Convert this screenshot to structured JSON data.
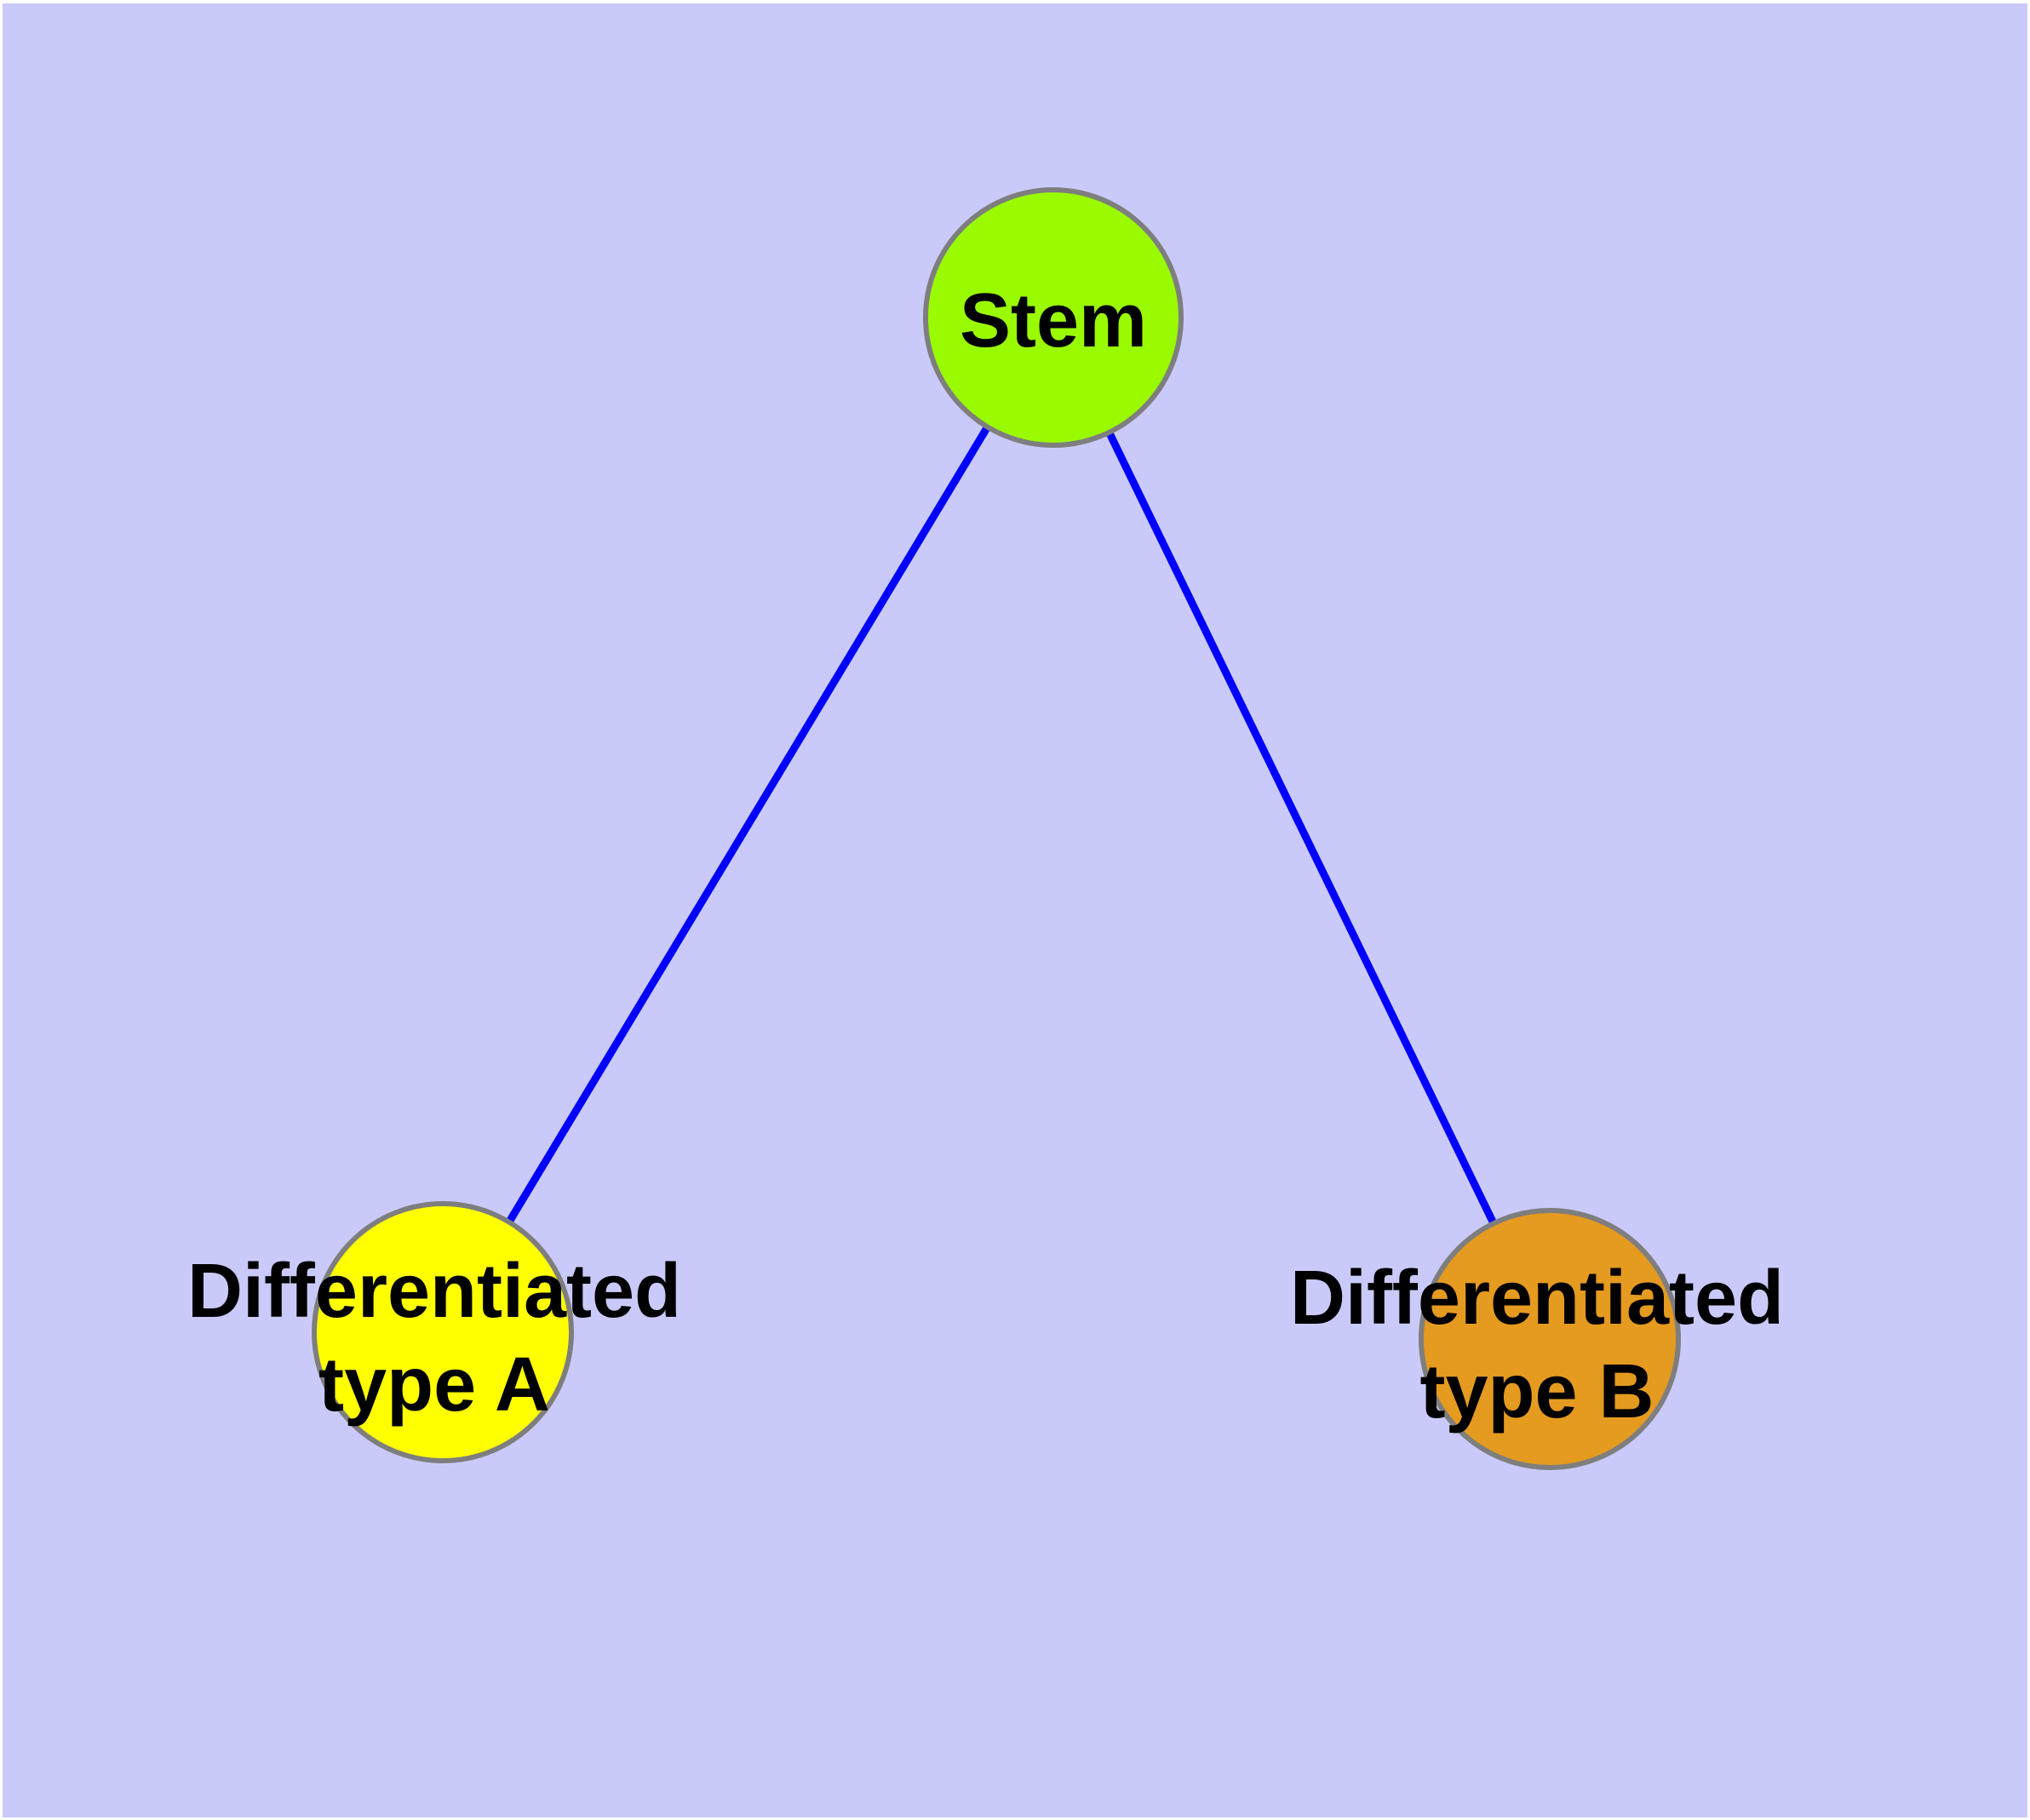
{
  "diagram": {
    "type": "graph",
    "background_color": "#CACAFA",
    "frame_color": "#FFFFFF",
    "edge_color": "#0000FF",
    "node_border_color": "#7E7E7E",
    "label_color": "#000000"
  },
  "nodes": [
    {
      "id": "stem",
      "label": "Stem",
      "color": "#9AFA00"
    },
    {
      "id": "differentiated-type-a",
      "label_line1": "Differentiated",
      "label_line2": "type A",
      "color": "#FFFF00"
    },
    {
      "id": "differentiated-type-b",
      "label_line1": "Differentiated",
      "label_line2": "type B",
      "color": "#E59A20"
    }
  ],
  "edges": [
    {
      "from": "Stem",
      "to": "Differentiated type A"
    },
    {
      "from": "Stem",
      "to": "Differentiated type B"
    }
  ]
}
